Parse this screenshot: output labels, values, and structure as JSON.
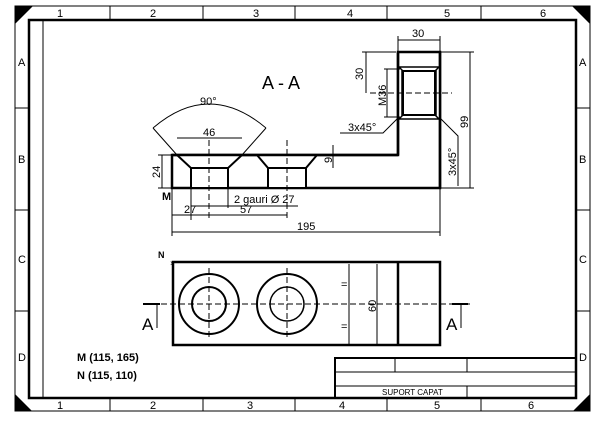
{
  "frame": {
    "columns": [
      "1",
      "2",
      "3",
      "4",
      "5",
      "6"
    ],
    "rows": [
      "A",
      "B",
      "C",
      "D"
    ]
  },
  "section": {
    "title": "A - A",
    "angle": "90°",
    "dim_46": "46",
    "dim_24": "24",
    "dim_9": "9",
    "holes_note": "2 gauri Ø 27",
    "dim_27": "27",
    "dim_57": "57",
    "dim_195": "195",
    "dim_30_top": "30",
    "dim_30_side": "30",
    "thread": "M36",
    "chamfer_left": "3x45°",
    "chamfer_right": "3x45°",
    "dim_99": "99",
    "point_m": "M"
  },
  "plan": {
    "point_n": "N",
    "dim_60": "60",
    "equal_mark": "=",
    "section_mark": "A"
  },
  "coords": {
    "m": "M (115, 165)",
    "n": "N  (115, 110)"
  },
  "title_block": {
    "name": "SUPORT CAPAT"
  },
  "colors": {
    "line": "#000000",
    "background": "#ffffff"
  }
}
